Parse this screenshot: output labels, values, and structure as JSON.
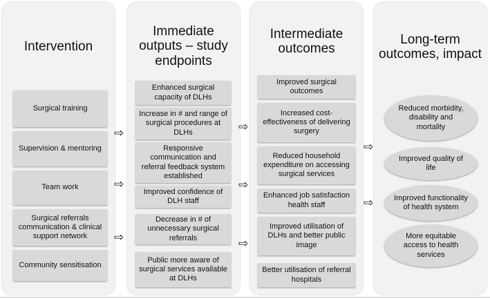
{
  "columns": [
    {
      "title": "Intervention",
      "items": [
        "Surgical training",
        "Supervision & mentoring",
        "Team work",
        "Surgical referrals communication & clinical support network",
        "Community sensitisation"
      ]
    },
    {
      "title": "Immediate outputs – study endpoints",
      "items": [
        "Enhanced surgical capacity of DLHs",
        "Increase in # and range of surgical procedures at DLHs",
        "Responsive communication and referral feedback system established",
        "Improved confidence of DLH staff",
        "Decrease in # of unnecessary surgical referrals",
        "Public more aware of surgical services available at DLHs"
      ]
    },
    {
      "title": "Intermediate outcomes",
      "items": [
        "Improved surgical outcomes",
        "Increased cost-effectiveness of delivering surgery",
        "Reduced household expenditure on accessing surgical services",
        "Enhanced job satisfaction health staff",
        "Improved utilisation of DLHs and better public image",
        "Better utilisation of referral hospitals"
      ]
    },
    {
      "title": "Long-term outcomes, impact",
      "items": [
        "Reduced morbidity, disability and mortality",
        "Improved quality of life",
        "Improved functionality of health system",
        "More equitable access to health services"
      ]
    }
  ],
  "arrow_glyph": "⇨"
}
